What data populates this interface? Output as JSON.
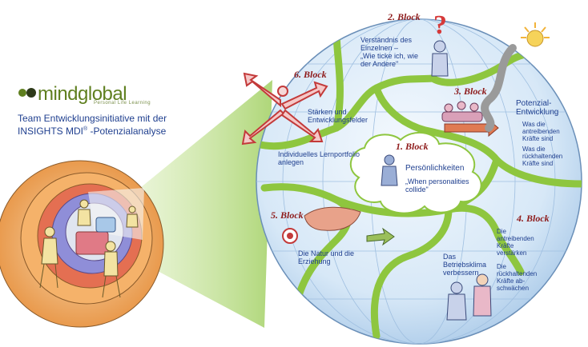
{
  "logo": {
    "word": "mindglobal",
    "tagline": "Personal Life Learning"
  },
  "headline": {
    "line1": "Team Entwicklungsinitiative mit der",
    "line2_prefix": "INSIGHTS MDI",
    "line2_reg": "®",
    "line2_suffix": " -Potenzialanalyse"
  },
  "blocks": {
    "b1": "1. Block",
    "b2": "2. Block",
    "b3": "3. Block",
    "b4": "4. Block",
    "b5": "5. Block",
    "b6": "6. Block"
  },
  "texts": {
    "b2_desc": [
      "Verständnis des",
      "Einzelnen –",
      "„Wie ticke ich, wie",
      "der Andere\""
    ],
    "b3_title": [
      "Potenzial-",
      "Entwicklung"
    ],
    "b3_drive": [
      "Was die",
      "antreibenden",
      "Kräfte sind"
    ],
    "b3_hold": [
      "Was die",
      "rückhaltenden",
      "Kräfte sind"
    ],
    "b1_title": "Persönlichkeiten",
    "b1_sub": [
      "„When personalities",
      "collide\""
    ],
    "b6_desc": [
      "Stärken und",
      "Entwicklungsfelder"
    ],
    "b6_port": [
      "Individuelles Lernportfolio",
      "anlegen"
    ],
    "b5_desc": [
      "Die Natur und die",
      "Erziehung"
    ],
    "b4_climate": [
      "Das",
      "Betriebsklima",
      "verbessern"
    ],
    "b4_drive": [
      "Die",
      "antreibenden",
      "Kräfte",
      "verstärken"
    ],
    "b4_hold": [
      "Die",
      "rückhaltenden",
      "Kräfte ab-",
      "schwächen"
    ]
  },
  "colors": {
    "text_blue": "#1f3f8f",
    "block_red": "#8e1b1b",
    "globe_green": "#8ec63f",
    "sphere_blue": "#cfe3f5",
    "logo_green": "#5f7f1f"
  }
}
